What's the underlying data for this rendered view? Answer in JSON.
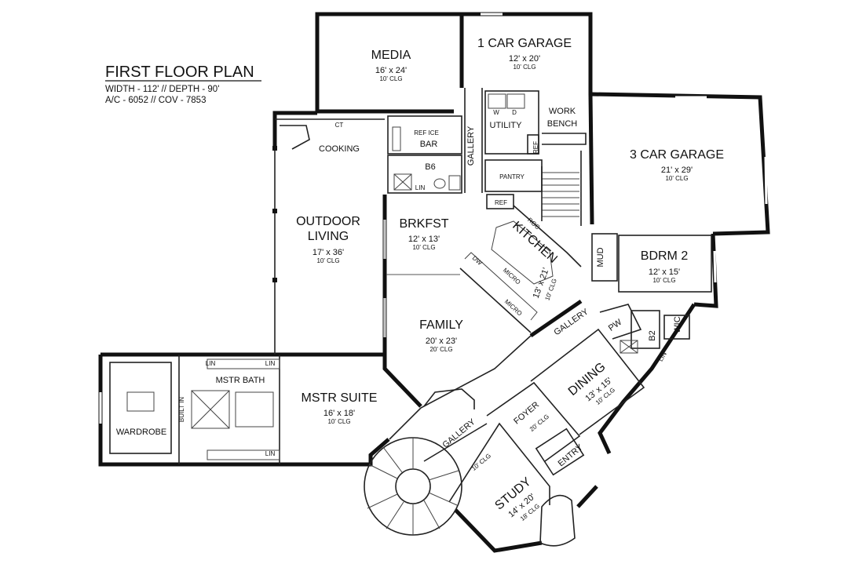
{
  "header": {
    "title": "FIRST FLOOR PLAN",
    "line1": "WIDTH - 112' // DEPTH - 90'",
    "line2": "A/C - 6052 // COV - 7853"
  },
  "rooms": {
    "media": {
      "name": "MEDIA",
      "size": "16' x 24'",
      "clg": "10' CLG"
    },
    "garage1": {
      "name": "1 CAR GARAGE",
      "size": "12' x 20'",
      "clg": "10' CLG"
    },
    "utility": {
      "name": "UTILITY",
      "w": "W",
      "d": "D",
      "ref": "REF"
    },
    "workbench": {
      "line1": "WORK",
      "line2": "BENCH"
    },
    "garage3": {
      "name": "3 CAR GARAGE",
      "size": "21' x 29'",
      "clg": "10' CLG"
    },
    "cooking": {
      "name": "COOKING",
      "ct": "CT"
    },
    "bar": {
      "name": "BAR",
      "refice": "REF ICE"
    },
    "gallery_top": "GALLERY",
    "b6": {
      "name": "B6",
      "lin": "LIN"
    },
    "pantry": "PANTRY",
    "ref": "REF",
    "outdoor": {
      "line1": "OUTDOOR",
      "line2": "LIVING",
      "size": "17' x 36'",
      "clg": "10' CLG"
    },
    "brkfst": {
      "name": "BRKFST",
      "size": "12' x 13'",
      "clg": "10' CLG"
    },
    "kitchen": {
      "name": "KITCHEN",
      "size": "13' x 21'",
      "clg": "10' CLG",
      "roc": "ROC",
      "dw": "DW",
      "micro1": "MICRO",
      "micro2": "MICRO"
    },
    "mud": "MUD",
    "bdrm2": {
      "name": "BDRM 2",
      "size": "12' x 15'",
      "clg": "10' CLG"
    },
    "family": {
      "name": "FAMILY",
      "size": "20' x 23'",
      "clg": "20' CLG"
    },
    "gallery_mid": "GALLERY",
    "pw": "PW",
    "b2": "B2",
    "wic": "WIC",
    "lin_b2": "LIN",
    "mstr_bath": {
      "name": "MSTR BATH",
      "lin1": "LIN",
      "lin2": "LIN",
      "lin3": "LIN",
      "builtin": "BUILT IN"
    },
    "mstr_suite": {
      "name": "MSTR SUITE",
      "size": "16' x 18'",
      "clg": "10' CLG"
    },
    "wardrobe": "WARDROBE",
    "dining": {
      "name": "DINING",
      "size": "13' x 15'",
      "clg": "10' CLG"
    },
    "foyer": {
      "name": "FOYER",
      "clg": "20' CLG"
    },
    "entry": "ENTRY",
    "gallery_low": "GALLERY",
    "study": {
      "name": "STUDY",
      "size": "14' x 20'",
      "clg": "18' CLG",
      "clg2": "10' CLG"
    }
  }
}
